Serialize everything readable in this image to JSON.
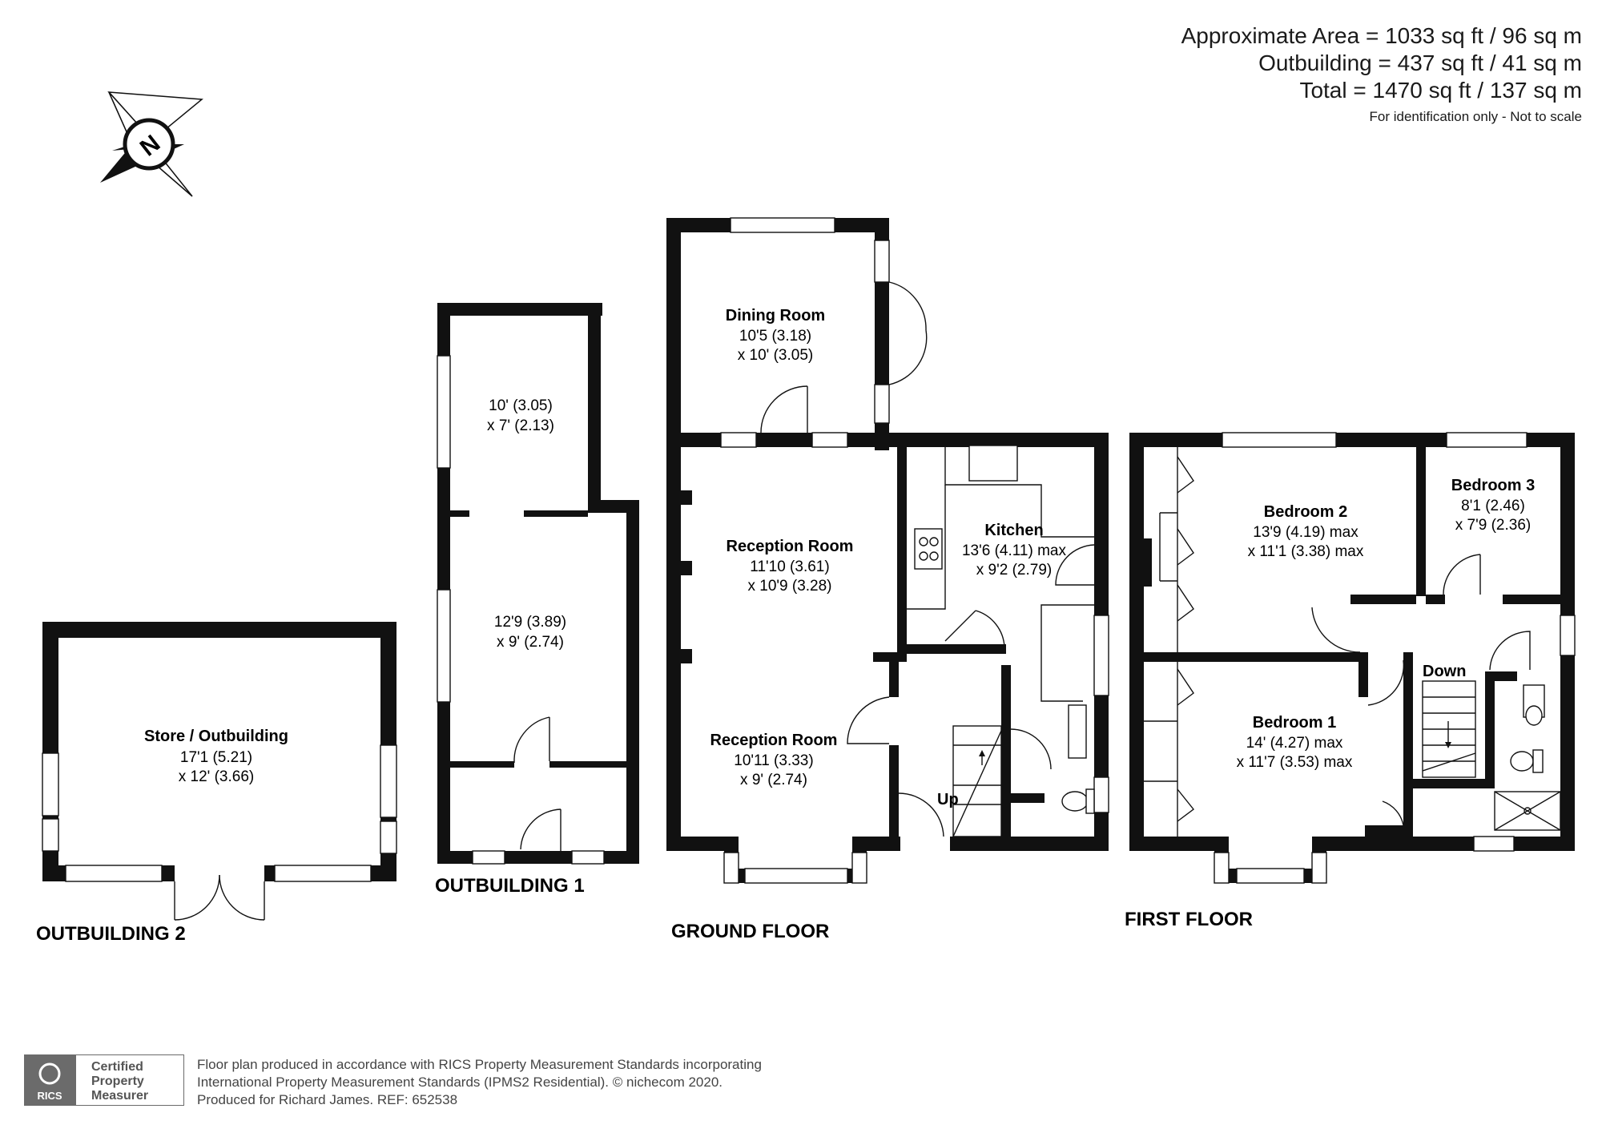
{
  "header": {
    "approx_area": "Approximate Area = 1033 sq ft / 96 sq m",
    "outbuilding_area": "Outbuilding = 437 sq ft / 41 sq m",
    "total_area": "Total = 1470 sq ft / 137 sq m",
    "disclaimer": "For identification only - Not to scale"
  },
  "compass": {
    "letter": "N",
    "icon": "compass-north-icon"
  },
  "floors": {
    "outbuilding2": {
      "label": "OUTBUILDING 2",
      "rooms": [
        {
          "name": "Store / Outbuilding",
          "dim1": "17'1 (5.21)",
          "dim2": "x 12' (3.66)"
        }
      ]
    },
    "outbuilding1": {
      "label": "OUTBUILDING 1",
      "rooms": [
        {
          "dim1": "10' (3.05)",
          "dim2": "x 7' (2.13)"
        },
        {
          "dim1": "12'9 (3.89)",
          "dim2": "x 9' (2.74)"
        }
      ]
    },
    "ground": {
      "label": "GROUND FLOOR",
      "rooms": {
        "dining": {
          "name": "Dining Room",
          "dim1": "10'5 (3.18)",
          "dim2": "x 10' (3.05)"
        },
        "reception1": {
          "name": "Reception Room",
          "dim1": "11'10 (3.61)",
          "dim2": "x 10'9 (3.28)"
        },
        "kitchen": {
          "name": "Kitchen",
          "dim1": "13'6 (4.11) max",
          "dim2": "x 9'2 (2.79)"
        },
        "reception2": {
          "name": "Reception Room",
          "dim1": "10'11 (3.33)",
          "dim2": "x 9' (2.74)"
        }
      },
      "stairs": "Up"
    },
    "first": {
      "label": "FIRST FLOOR",
      "rooms": {
        "bedroom2": {
          "name": "Bedroom 2",
          "dim1": "13'9 (4.19) max",
          "dim2": "x 11'1 (3.38) max"
        },
        "bedroom3": {
          "name": "Bedroom 3",
          "dim1": "8'1 (2.46)",
          "dim2": "x 7'9 (2.36)"
        },
        "bedroom1": {
          "name": "Bedroom 1",
          "dim1": "14' (4.27) max",
          "dim2": "x 11'7 (3.53) max"
        }
      },
      "stairs": "Down"
    }
  },
  "footer": {
    "badge_line1": "Certified",
    "badge_line2": "Property",
    "badge_line3": "Measurer",
    "badge_logo": "RICS",
    "line1": "Floor plan produced in accordance with RICS Property Measurement Standards incorporating",
    "line2": "International Property Measurement Standards (IPMS2 Residential).   © nichecom 2020.",
    "line3": "Produced for Richard James.   REF:  652538"
  }
}
